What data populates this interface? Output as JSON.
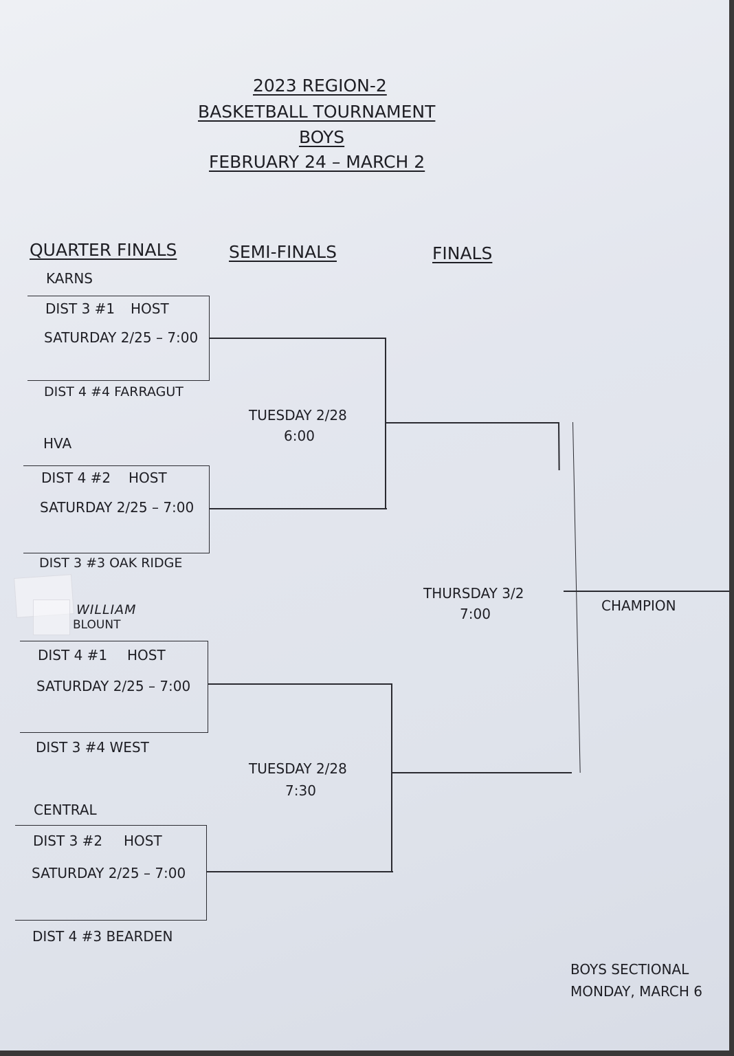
{
  "header": {
    "line1": "2023 REGION-2",
    "line2": "BASKETBALL TOURNAMENT",
    "line3": "BOYS",
    "line4": "FEBRUARY 24 – MARCH 2"
  },
  "rounds": {
    "quarter": "QUARTER FINALS",
    "semi": "SEMI-FINALS",
    "finals": "FINALS"
  },
  "quarterfinals": [
    {
      "site": "KARNS",
      "host": "DIST 3 #1",
      "host_label": "HOST",
      "time": "SATURDAY 2/25 – 7:00",
      "visitor": "DIST 4 #4 FARRAGUT"
    },
    {
      "site": "HVA",
      "host": "DIST 4 #2",
      "host_label": "HOST",
      "time": "SATURDAY 2/25 – 7:00",
      "visitor": "DIST 3 #3 OAK RIDGE"
    },
    {
      "site": "BLOUNT",
      "site_handwritten": "WILLIAM",
      "host": "DIST 4 #1",
      "host_label": "HOST",
      "time": "SATURDAY 2/25 – 7:00",
      "visitor": "DIST 3 #4 WEST"
    },
    {
      "site": "CENTRAL",
      "host": "DIST 3 #2",
      "host_label": "HOST",
      "time": "SATURDAY 2/25 – 7:00",
      "visitor": "DIST 4 #3 BEARDEN"
    }
  ],
  "semifinals": [
    {
      "day": "TUESDAY 2/28",
      "time": "6:00"
    },
    {
      "day": "TUESDAY 2/28",
      "time": "7:30"
    }
  ],
  "final": {
    "day": "THURSDAY 3/2",
    "time": "7:00"
  },
  "champion": "CHAMPION",
  "footer": {
    "line1": "BOYS SECTIONAL",
    "line2": "MONDAY, MARCH 6"
  }
}
